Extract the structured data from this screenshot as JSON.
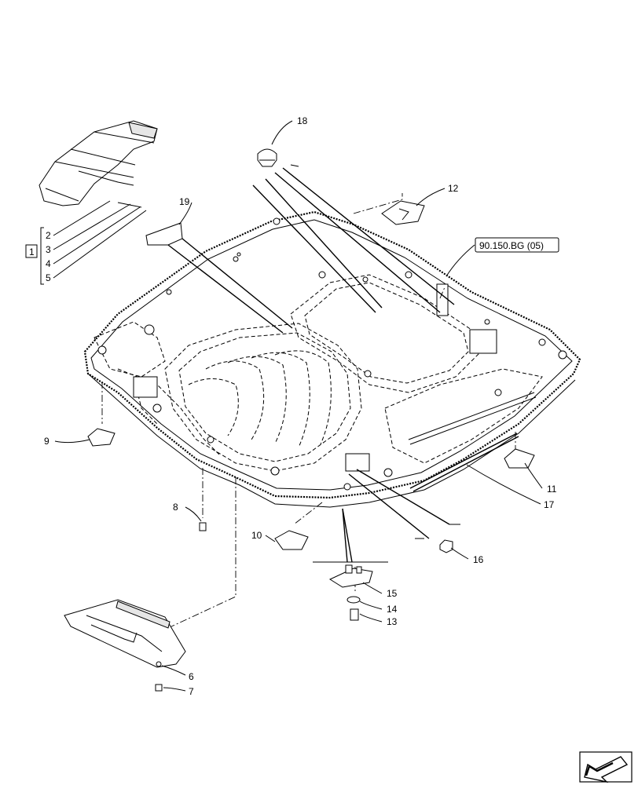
{
  "callouts": {
    "c1": "1",
    "c2": "2",
    "c3": "3",
    "c4": "4",
    "c5": "5",
    "c6": "6",
    "c7": "7",
    "c8": "8",
    "c9": "9",
    "c10": "10",
    "c11": "11",
    "c12": "12",
    "c13": "13",
    "c14": "14",
    "c15": "15",
    "c16": "16",
    "c17": "17",
    "c18": "18",
    "c19": "19"
  },
  "reference": "90.150.BG (05)",
  "colors": {
    "line": "#000000",
    "fill": "#ffffff",
    "shade": "#e6e6e6"
  },
  "icons": {
    "nav": "arrow-left-down-icon"
  }
}
